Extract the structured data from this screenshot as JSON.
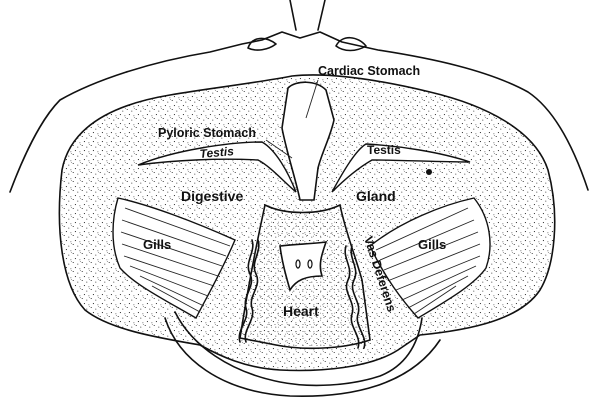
{
  "diagram": {
    "labels": {
      "cardiac_stomach": "Cardiac Stomach",
      "pyloric_stomach": "Pyloric Stomach",
      "testis_left": "Testis",
      "testis_right": "Testis",
      "digestive": "Digestive",
      "gland": "Gland",
      "gills_left": "Gills",
      "gills_right": "Gills",
      "heart": "Heart",
      "vas_deferens": "Vas Deferens"
    },
    "colors": {
      "ink": "#111111",
      "stipple": "#1a1a1a",
      "background": "#ffffff"
    }
  }
}
